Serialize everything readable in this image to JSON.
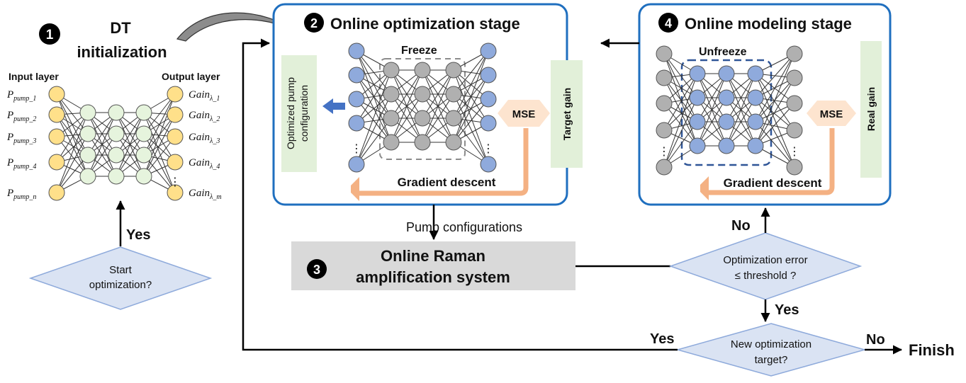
{
  "step1": {
    "number": "1",
    "title_line1": "DT",
    "title_line2": "initialization"
  },
  "input_layer_label": "Input layer",
  "output_layer_label": "Output layer",
  "inputs": [
    {
      "base": "P",
      "sub": "pump_1"
    },
    {
      "base": "P",
      "sub": "pump_2"
    },
    {
      "base": "P",
      "sub": "pump_3"
    },
    {
      "base": "P",
      "sub": "pump_4"
    },
    {
      "base": "P",
      "sub": "pump_n"
    }
  ],
  "outputs": [
    {
      "base": "Gain",
      "sub": "λ_1"
    },
    {
      "base": "Gain",
      "sub": "λ_2"
    },
    {
      "base": "Gain",
      "sub": "λ_3"
    },
    {
      "base": "Gain",
      "sub": "λ_4"
    },
    {
      "base": "Gain",
      "sub": "λ_m"
    }
  ],
  "ellipsis": "⋮",
  "start_decision": {
    "line1": "Start",
    "line2": "optimization?"
  },
  "yes_label": "Yes",
  "no_label": "No",
  "step2": {
    "number": "2",
    "title": "Online optimization stage",
    "freeze_label": "Freeze",
    "left_box_line1": "Optimized pump",
    "left_box_line2": "configuration",
    "mse_label": "MSE",
    "target_gain_label": "Target gain",
    "gradient_label": "Gradient descent"
  },
  "step4": {
    "number": "4",
    "title": "Online modeling stage",
    "unfreeze_label": "Unfreeze",
    "mse_label": "MSE",
    "real_gain_label": "Real gain",
    "gradient_label": "Gradient descent"
  },
  "pump_configurations_label": "Pump configurations",
  "step3": {
    "number": "3",
    "line1": "Online Raman",
    "line2": "amplification system"
  },
  "error_decision": {
    "line1": "Optimization error",
    "line2": "≤ threshold ?"
  },
  "target_decision": {
    "line1": "New optimization",
    "line2": "target?"
  },
  "finish_label": "Finish",
  "colors": {
    "stage_border": "#1f6fbf",
    "node_yellow": "#ffe08a",
    "node_green": "#e6f4dd",
    "node_blue": "#8faadc",
    "node_gray": "#b0b0b0",
    "label_box_green": "#e2f0d9",
    "mse_fill": "#fde4cf",
    "gradient_orange": "#f4b183",
    "diamond_fill": "#dae3f3",
    "diamond_stroke": "#8eaadb",
    "system_gray": "#d9d9d9",
    "arrow_blue": "#4472c4"
  }
}
